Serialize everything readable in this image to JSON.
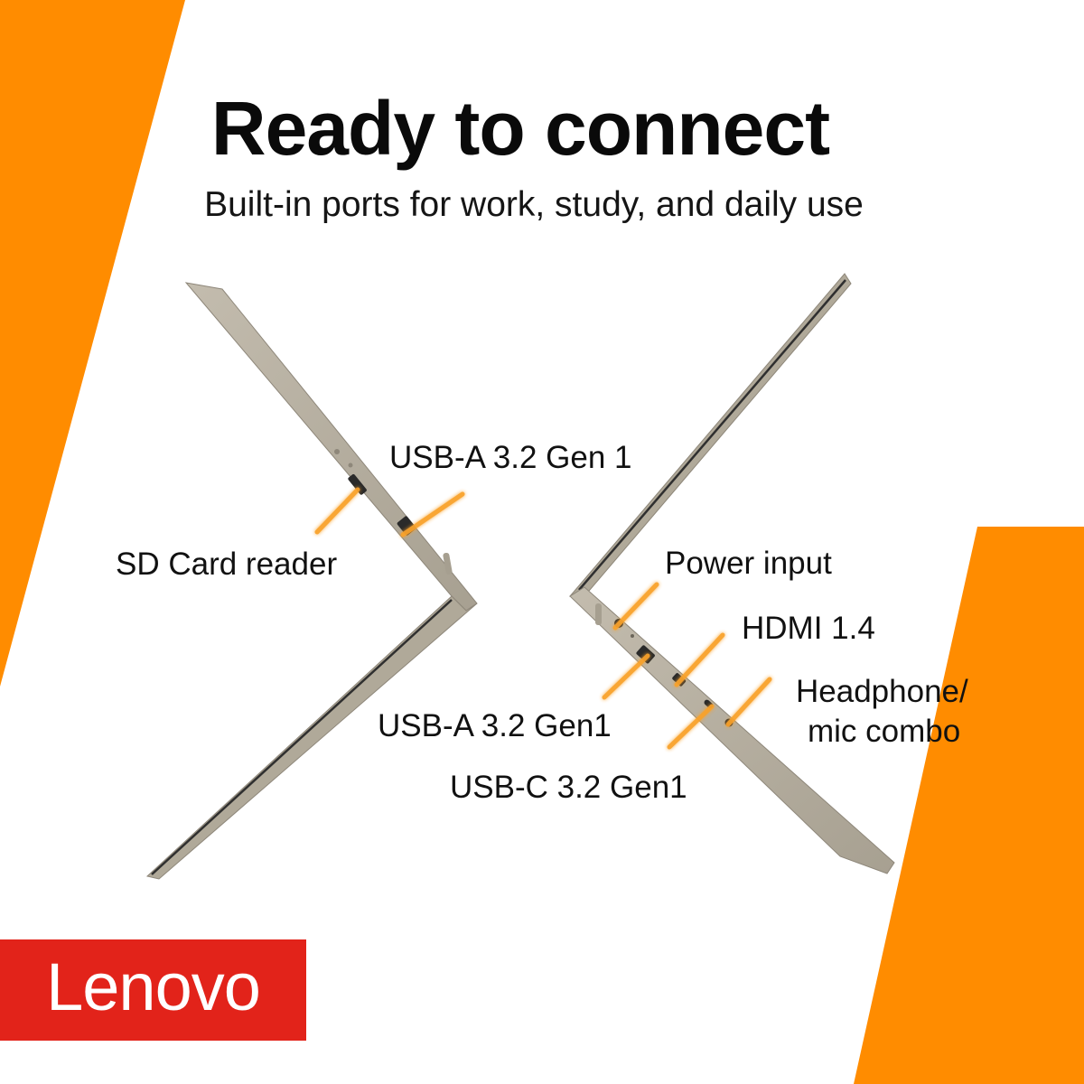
{
  "headline": "Ready to connect",
  "subheadline": "Built-in ports for work, study, and daily use",
  "ports": {
    "sd_card": "SD Card reader",
    "usb_a_left": "USB-A 3.2 Gen 1",
    "power": "Power input",
    "hdmi": "HDMI 1.4",
    "headphone_line1": "Headphone/",
    "headphone_line2": "mic combo",
    "usb_a_right": "USB-A 3.2 Gen1",
    "usb_c": "USB-C 3.2 Gen1"
  },
  "brand": {
    "name": "Lenovo"
  },
  "colors": {
    "accent_orange": "#FF8C00",
    "brand_red": "#E2231A",
    "laptop_body": "#B6AE9F",
    "leader_glow": "#F9A22B"
  }
}
